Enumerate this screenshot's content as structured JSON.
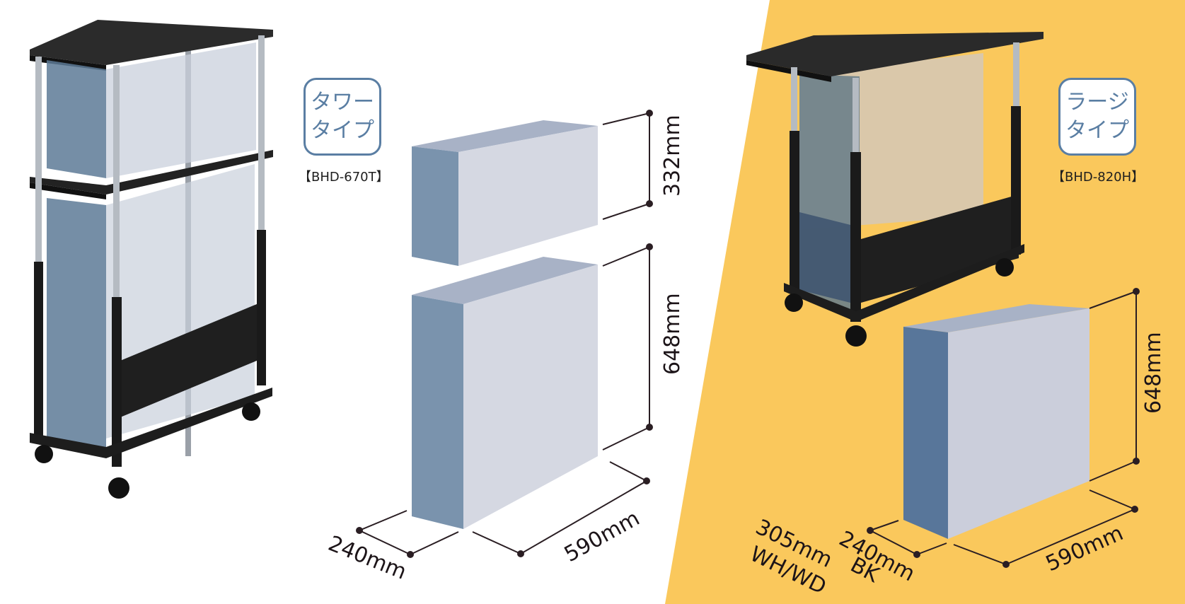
{
  "colors": {
    "yellow": "#fac85c",
    "badge_blue": "#5a7ea3",
    "dim_line": "#2a1e23",
    "box_front": "#d5d8e2",
    "box_side": "#7a93ad",
    "box_top": "#a8b2c6"
  },
  "left_product": {
    "badge_line1": "タワー",
    "badge_line2": "タイプ",
    "model": "【BHD-670T】",
    "dims": {
      "upper_height": "332mm",
      "lower_height": "648mm",
      "width": "590mm",
      "depth": "240mm"
    }
  },
  "right_product": {
    "badge_line1": "ラージ",
    "badge_line2": "タイプ",
    "model": "【BHD-820H】",
    "dims": {
      "height": "648mm",
      "width": "590mm",
      "depth_bk": "240mm",
      "depth_bk_label": "BK",
      "depth_wh": "305mm",
      "depth_wh_label": "WH/WD"
    }
  }
}
